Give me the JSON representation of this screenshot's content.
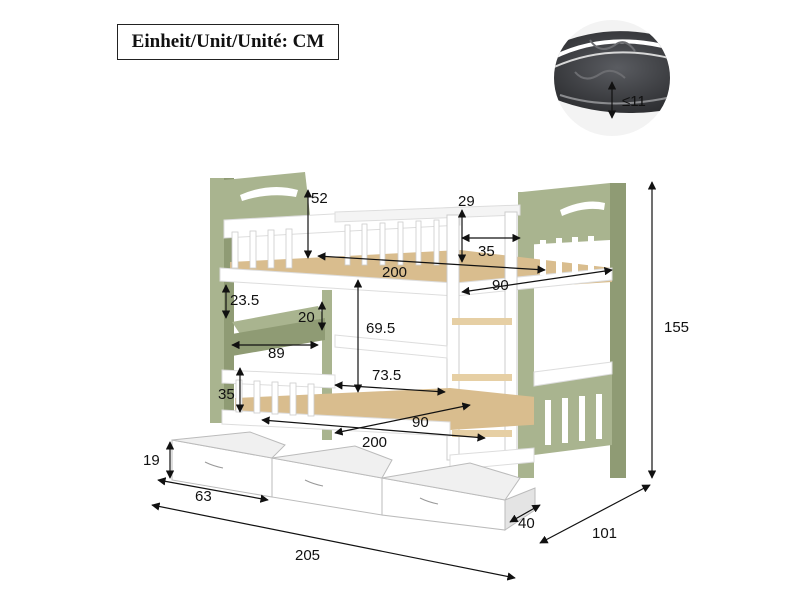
{
  "unit_label": "Einheit/Unit/Unité: CM",
  "mattress_label": "≤11",
  "dimensions": {
    "headboard_height": "52",
    "rail_height_top": "29",
    "rail_gap_top": "35",
    "bed_length_top": "200",
    "bed_width_top": "90",
    "upper_leg_gap": "23.5",
    "ladder_step": "20",
    "clearance": "69.5",
    "shelf_length": "89",
    "opening_length": "73.5",
    "guard_height_bottom": "35",
    "bed_width_bottom": "90",
    "bed_length_bottom": "200",
    "drawer_height": "19",
    "drawer_width": "63",
    "drawer_depth": "40",
    "total_height": "155",
    "total_depth": "101",
    "total_length": "205"
  },
  "colors": {
    "frame_green": "#a9b48f",
    "frame_green_dark": "#8f9b74",
    "rail_white": "#ffffff",
    "slat_wood": "#d9bd8e",
    "mattress_dark": "#3a3b3e"
  }
}
